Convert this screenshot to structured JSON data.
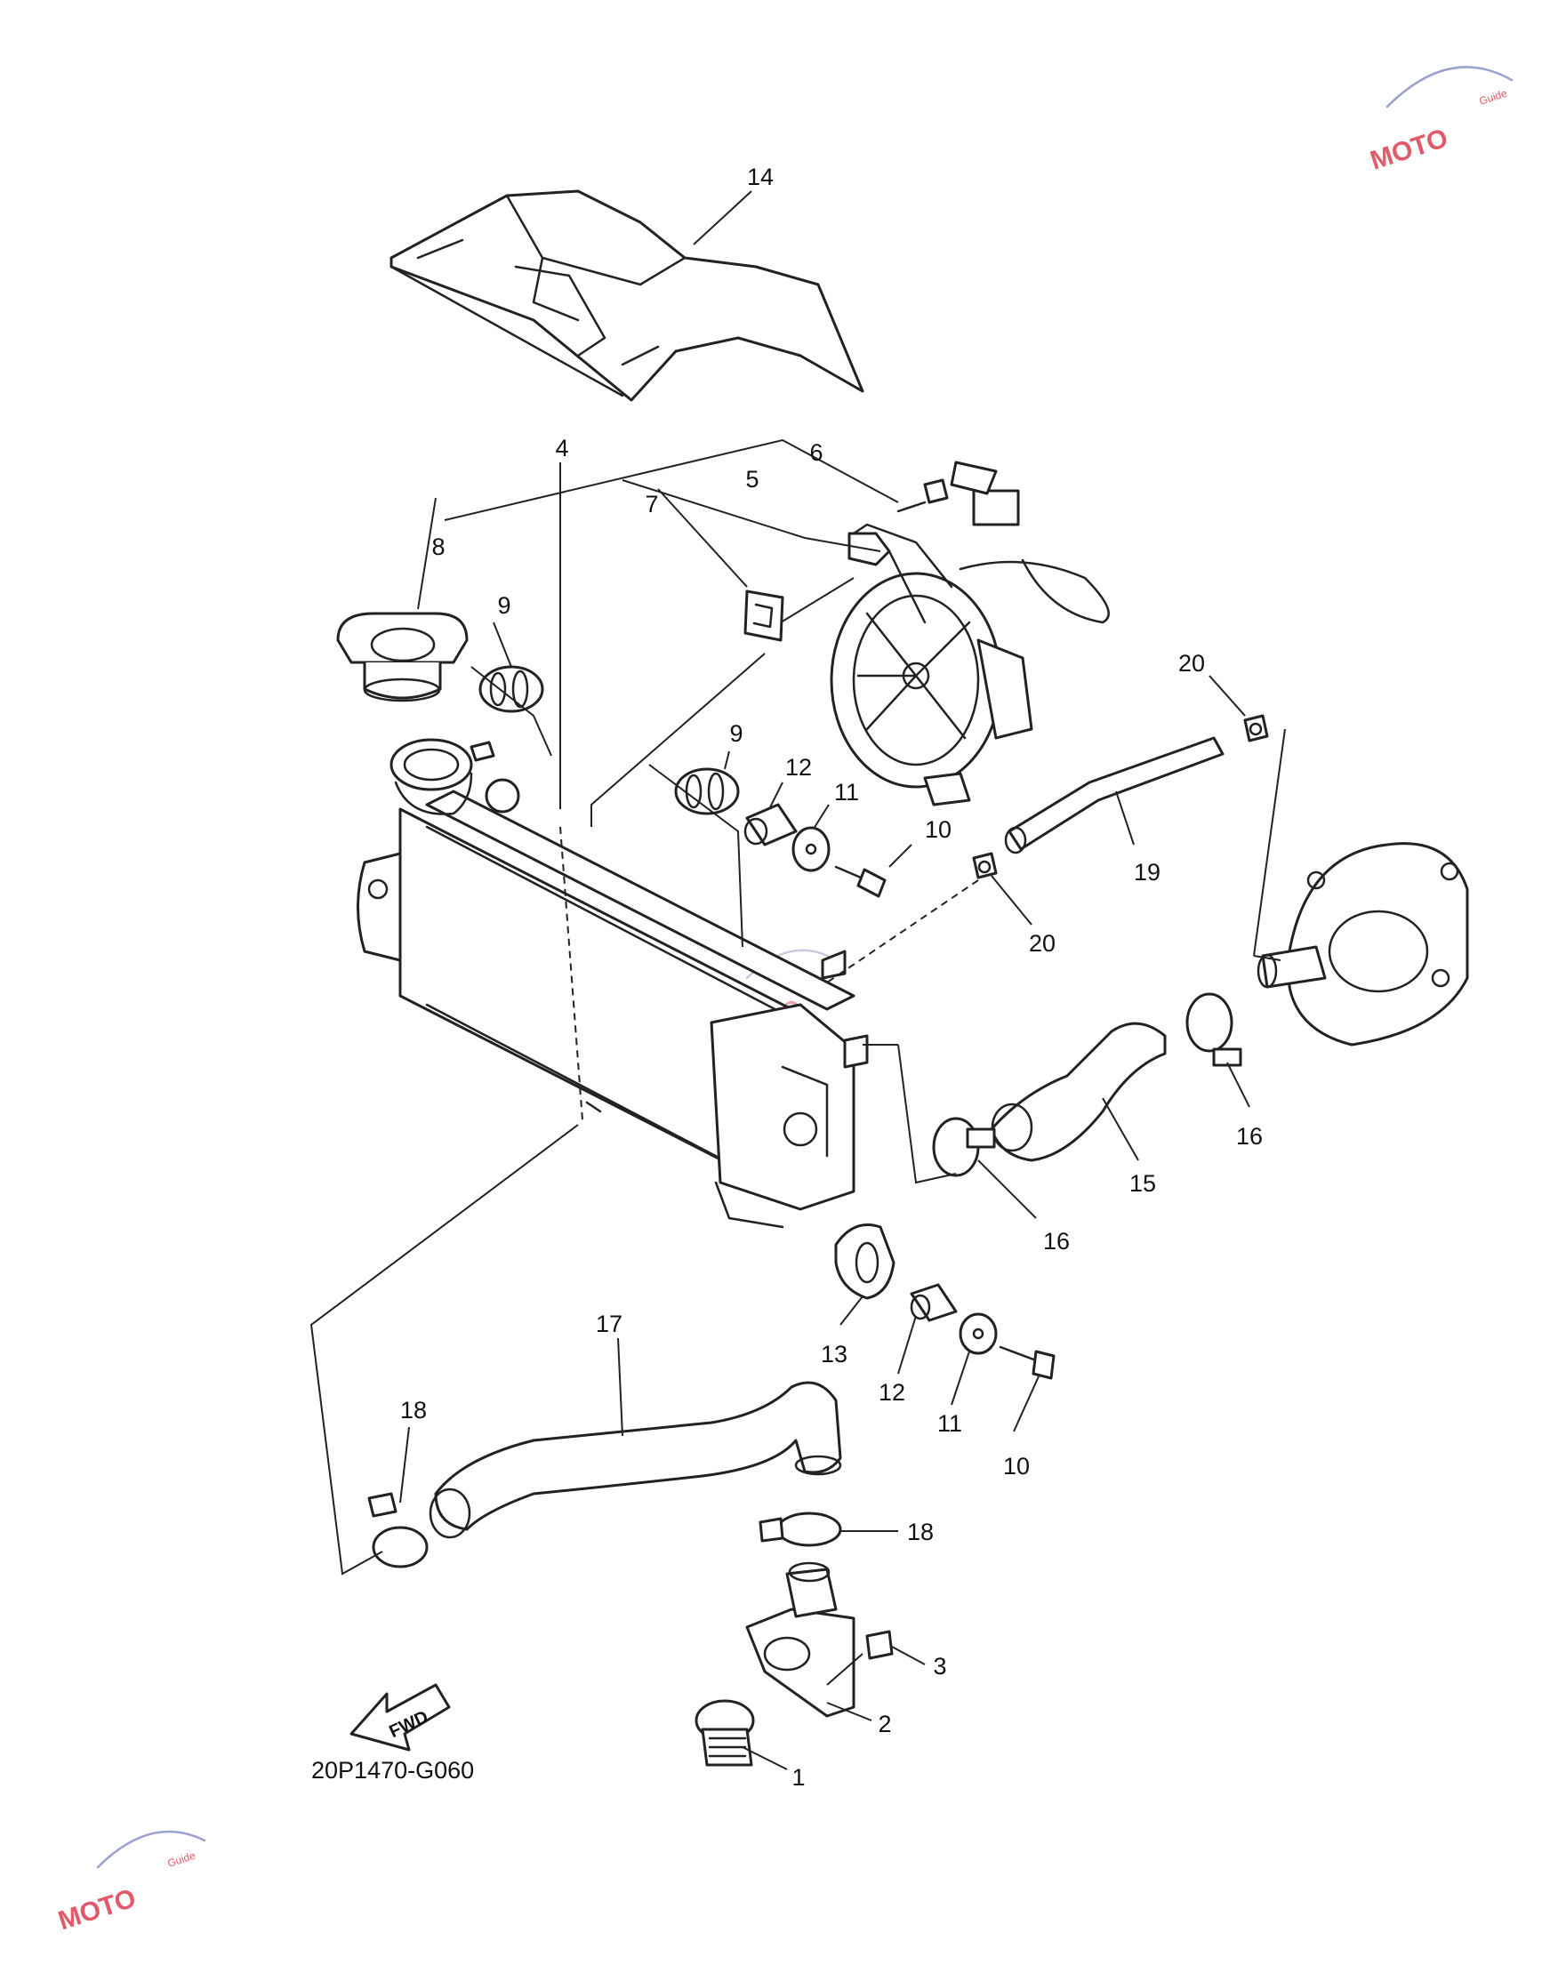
{
  "diagram_code": "20P1470-G060",
  "fwd_label": "FWD",
  "watermark": {
    "logo_text": "MOTO",
    "sub_text": "Guide",
    "color": "#e05a6a"
  },
  "callouts": {
    "c1": "1",
    "c2": "2",
    "c3": "3",
    "c4": "4",
    "c5": "5",
    "c6": "6",
    "c7": "7",
    "c8": "8",
    "c9a": "9",
    "c9b": "9",
    "c10a": "10",
    "c10b": "10",
    "c11a": "11",
    "c11b": "11",
    "c12a": "12",
    "c12b": "12",
    "c13": "13",
    "c14": "14",
    "c15": "15",
    "c16a": "16",
    "c16b": "16",
    "c17": "17",
    "c18a": "18",
    "c18b": "18",
    "c19": "19",
    "c20a": "20",
    "c20b": "20"
  }
}
